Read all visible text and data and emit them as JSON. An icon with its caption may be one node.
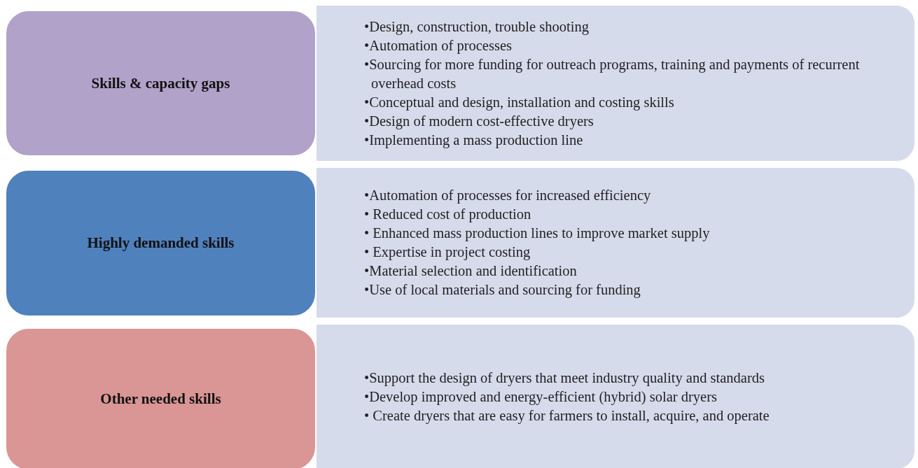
{
  "diagram": {
    "nodes": [
      {
        "text": [
          "Skills & capacity gaps"
        ]
      },
      {
        "text": [
          "•Design, construction, trouble shooting",
          "•Automation of processes",
          "•Sourcing for more funding for outreach programs, training and payments of recurrent overhead costs",
          "•Conceptual and design, installation and costing skills",
          "•Design of modern cost-effective dryers",
          "•Implementing a mass production line"
        ]
      },
      {
        "text": [
          "Highly demanded skills"
        ]
      },
      {
        "text": [
          "•Automation of processes for increased efficiency",
          "• Reduced cost of production",
          "• Enhanced mass production lines to improve market supply",
          "• Expertise in project costing",
          "•Material selection and identification",
          "•Use of local materials and sourcing for funding"
        ]
      },
      {
        "text": [
          "Other needed skills"
        ]
      },
      {
        "text": [
          "•Support the design of dryers that meet industry quality and standards",
          "•Develop improved and energy-efficient (hybrid) solar dryers",
          "• Create dryers that are easy for farmers to install, acquire, and operate"
        ]
      }
    ],
    "edges": []
  }
}
